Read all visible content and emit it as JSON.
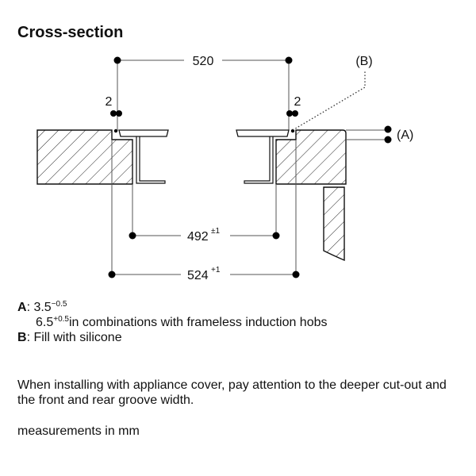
{
  "title": "Cross-section",
  "diagram": {
    "labels": {
      "top_width": "520",
      "gap_left": "2",
      "gap_right": "2",
      "inner_width": "492",
      "inner_tolerance": "±1",
      "outer_width": "524",
      "outer_tolerance": "+1",
      "callout_b": "(B)",
      "callout_a": "(A)"
    }
  },
  "notes": {
    "a_key": "A",
    "a_value": "3.5",
    "a_tolerance": "−0.5",
    "a_alt_value": "6.5",
    "a_alt_tolerance": "+0.5",
    "a_alt_text": "in combinations with frameless induction hobs",
    "b_key": "B",
    "b_text": "Fill with silicone"
  },
  "paragraph": "When installing with appliance cover, pay attention to the deeper cut-out and the front and rear groove width.",
  "units": "measurements in mm"
}
